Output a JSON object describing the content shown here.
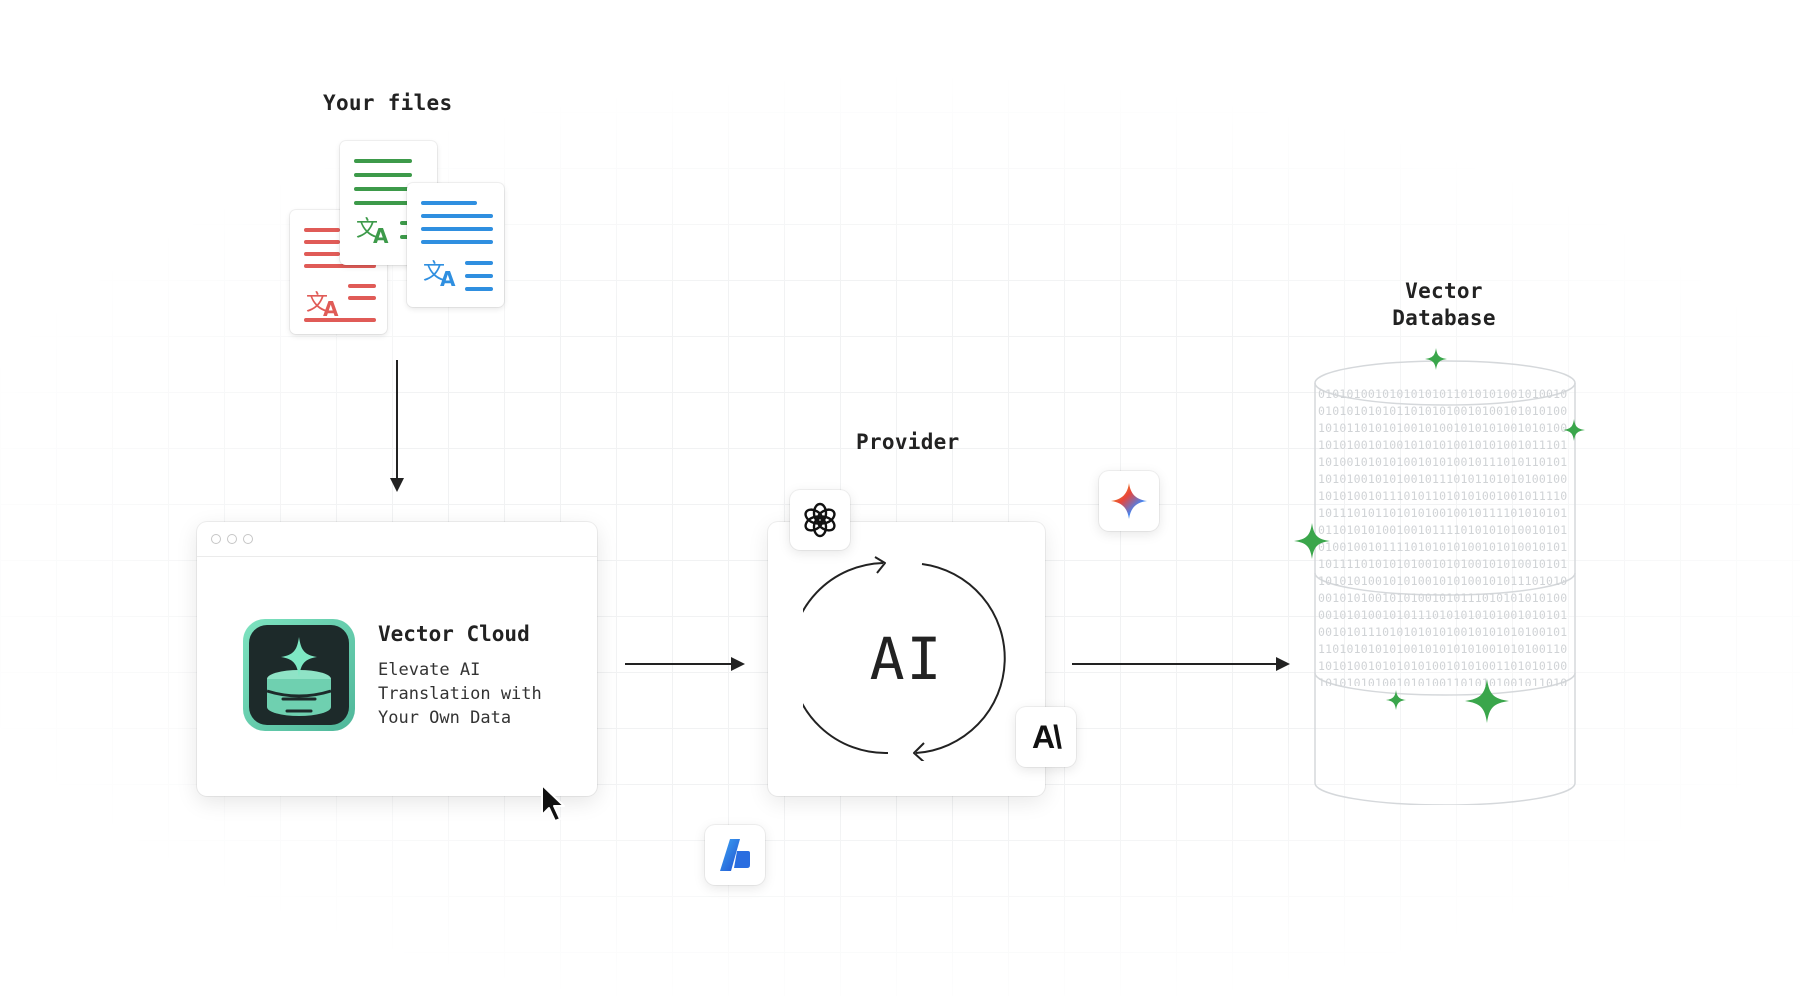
{
  "labels": {
    "your_files": "Your files",
    "provider": "Provider",
    "vector_database": "Vector\nDatabase"
  },
  "app": {
    "title": "Vector Cloud",
    "description": "Elevate AI\nTranslation with\nYour Own Data"
  },
  "provider_box": {
    "center_text": "AI"
  },
  "provider_logos": [
    "openai-icon",
    "gemini-icon",
    "anthropic-icon",
    "azure-icon"
  ],
  "anthropic_logo_text": "A\\",
  "documents": [
    {
      "color": "#e05b57",
      "icon": "translate-icon"
    },
    {
      "color": "#3d9a4a",
      "icon": "translate-icon"
    },
    {
      "color": "#2f8fe0",
      "icon": "translate-icon"
    }
  ],
  "colors": {
    "sparkle_green": "#3aa64b",
    "arrow": "#222222",
    "app_icon_teal": "#5fd1a9"
  },
  "database_binary": "0101010010101010101101010100101001010101001010100101110101101010100100101111010101010010101001010100101011101010101010010101010100101010011010101001011010101101010100101010100101001110101010101010010100101010101101010010101010110101011010101001010111000101001011010100101010101010010110101010100101010101001010110101010101011010101001011101101010101001010101001010101001101010101010011110101010101010101010101010"
}
